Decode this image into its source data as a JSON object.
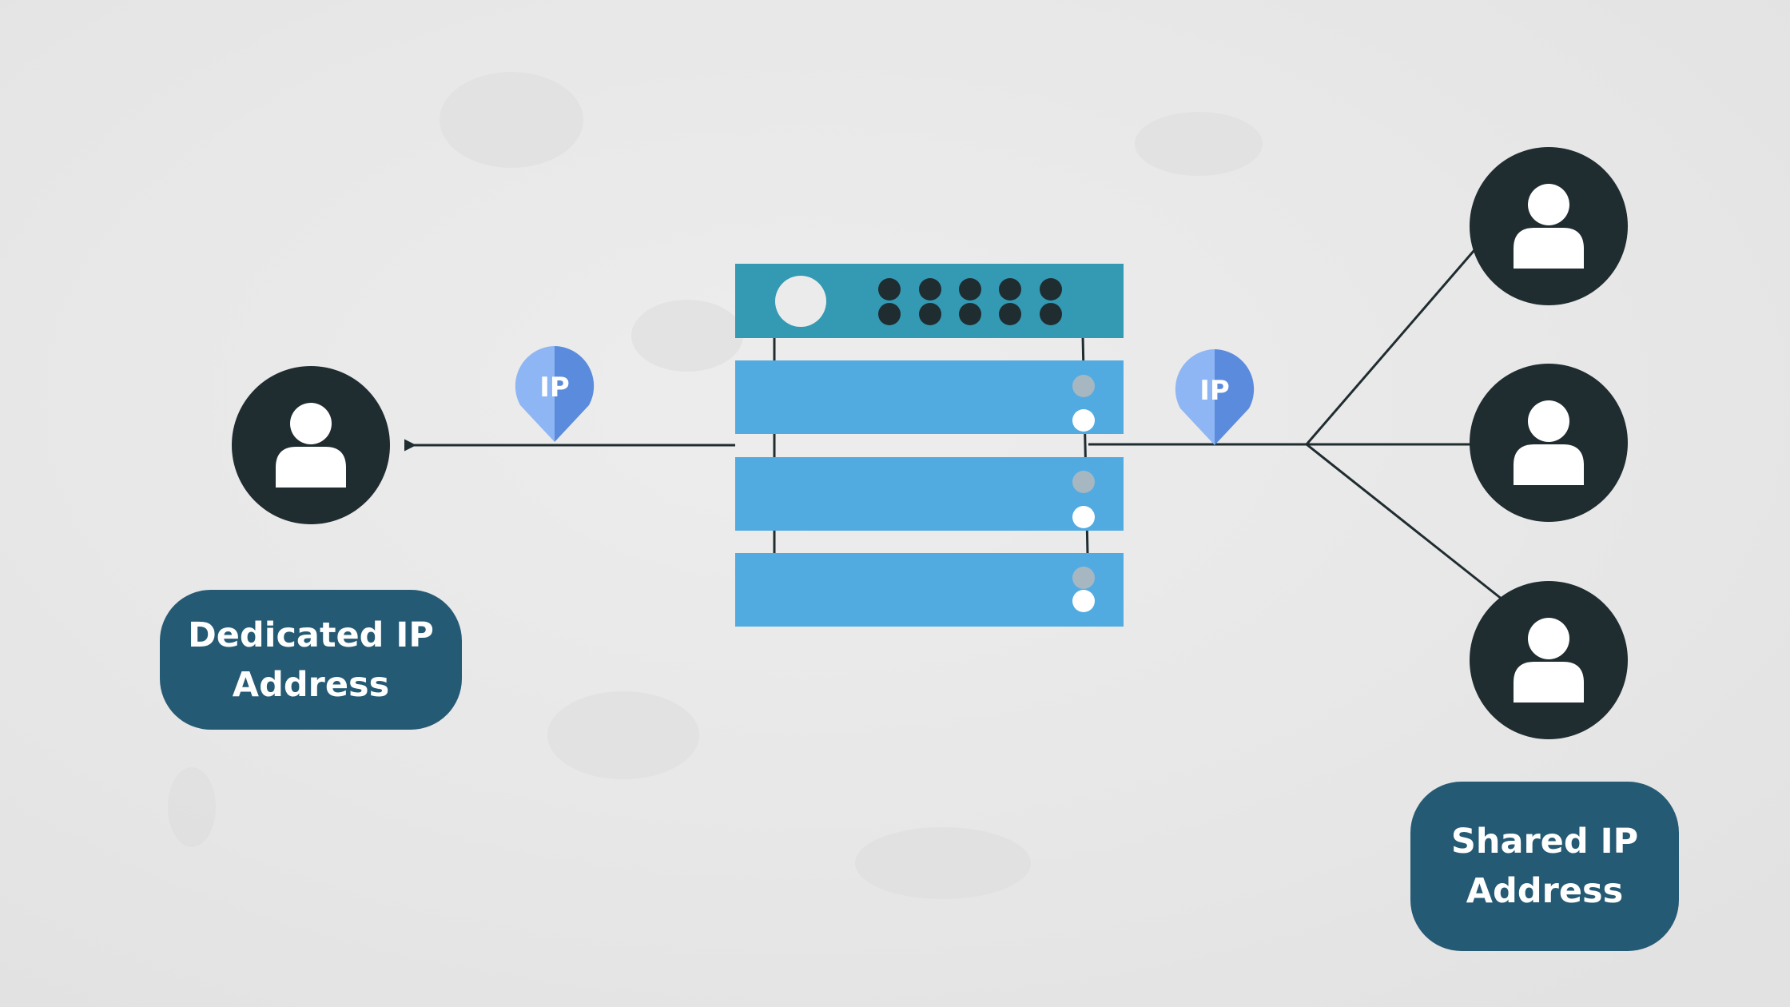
{
  "colors": {
    "background": "#ebebeb",
    "user_circle": "#1f2c30",
    "user_glyph": "#ffffff",
    "label_box": "#255a74",
    "label_text": "#ffffff",
    "server_header": "#3499b2",
    "server_panel": "#52abe0",
    "server_dots": "#1f2c30",
    "server_leds_top": "#a6b7c2",
    "server_leds_bottom": "#ffffff",
    "connector_line": "#1f2c30",
    "ip_pin_light": "#8fb6f4",
    "ip_pin_dark": "#5a8bdc",
    "ip_pin_text": "#ffffff"
  },
  "icons": {
    "user": "user-icon",
    "ip_pin": "ip-location-pin-icon",
    "server": "server-rack-icon"
  },
  "ip_pin_text": "IP",
  "dedicated": {
    "label_line1": "Dedicated IP",
    "label_line2": "Address"
  },
  "shared": {
    "label_line1": "Shared IP",
    "label_line2": "Address"
  }
}
